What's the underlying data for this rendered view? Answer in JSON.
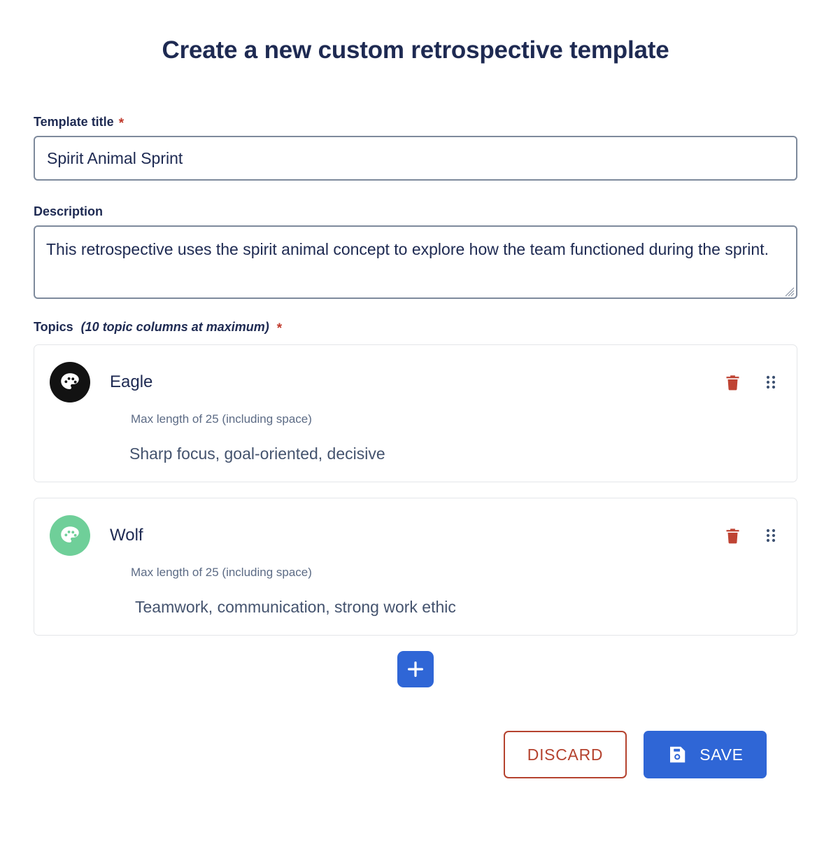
{
  "page": {
    "title": "Create a new custom retrospective template"
  },
  "fields": {
    "template_title": {
      "label": "Template title",
      "required_marker": "*",
      "value": "Spirit Animal Sprint",
      "placeholder": ""
    },
    "description": {
      "label": "Description",
      "value": "This retrospective uses the spirit animal concept to explore how the team functioned during the sprint.",
      "placeholder": ""
    }
  },
  "topics_section": {
    "label": "Topics",
    "note": "(10 topic columns at maximum)",
    "required_marker": "*",
    "items": [
      {
        "name": "Eagle",
        "hint": "Max length of 25 (including space)",
        "description": "Sharp focus, goal-oriented, decisive",
        "color": "#121212",
        "icon": "palette-icon",
        "delete_icon": "trash-icon",
        "drag_icon": "drag-handle-icon"
      },
      {
        "name": "Wolf",
        "hint": "Max length of 25 (including space)",
        "description": "Teamwork, communication, strong work ethic",
        "color": "#6fcf99",
        "icon": "palette-icon",
        "delete_icon": "trash-icon",
        "drag_icon": "drag-handle-icon"
      }
    ],
    "add_button": {
      "icon": "plus-icon",
      "label": ""
    }
  },
  "footer": {
    "discard_label": "DISCARD",
    "save_label": "SAVE",
    "save_icon": "save-floppy-icon"
  },
  "colors": {
    "accent_blue": "#2f66d6",
    "danger_red": "#b5432f",
    "trash_red": "#bf4434",
    "text_navy": "#1e2a52",
    "muted_slate": "#5c6b85",
    "border_slate": "#7e8a9c",
    "card_border": "#e4e6e9"
  }
}
